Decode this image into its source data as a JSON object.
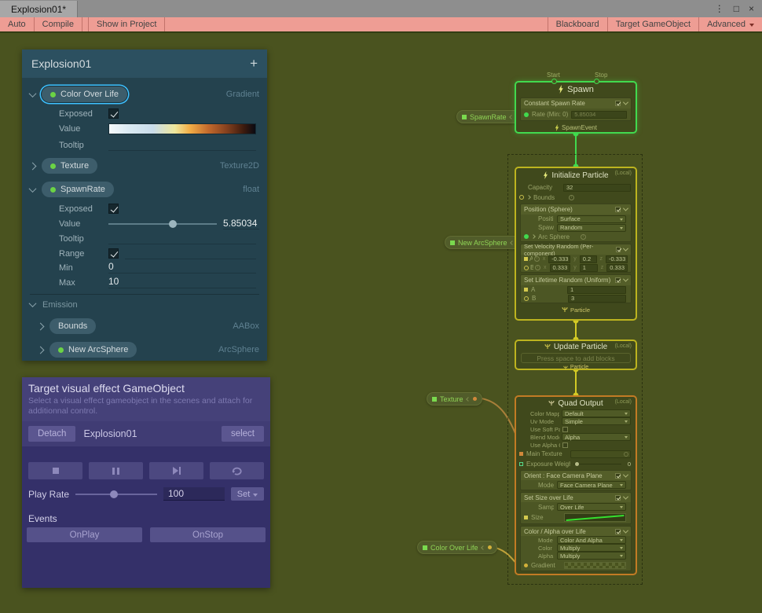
{
  "window": {
    "tab": "Explosion01*",
    "kebab": "⋮",
    "maximize": "□",
    "close": "×"
  },
  "toolbar": {
    "auto": "Auto",
    "compile": "Compile",
    "show_in_project": "Show in Project",
    "blackboard": "Blackboard",
    "target_gameobject": "Target GameObject",
    "advanced": "Advanced"
  },
  "blackboard": {
    "title": "Explosion01",
    "add": "+",
    "gradient_css": "background:linear-gradient(90deg,#f5f9fb 0%,#d9e9f2 14%,#c9dcea 30%,#eee79c 45%,#f2ae47 55%,#c2692c 68%,#87421f 80%,#3d1b0e 92%,#0a0a12 100%)",
    "labels": {
      "exposed": "Exposed",
      "value": "Value",
      "tooltip": "Tooltip",
      "range": "Range",
      "min": "Min",
      "max": "Max",
      "emission": "Emission"
    },
    "rows": {
      "color_over_life": {
        "name": "Color Over Life",
        "type": "Gradient"
      },
      "texture": {
        "name": "Texture",
        "type": "Texture2D"
      },
      "spawn_rate": {
        "name": "SpawnRate",
        "type": "float",
        "value": "5.85034",
        "min": "0",
        "max": "10"
      },
      "bounds": {
        "name": "Bounds",
        "type": "AABox"
      },
      "new_arcsphere": {
        "name": "New ArcSphere",
        "type": "ArcSphere"
      }
    }
  },
  "target_panel": {
    "title": "Target visual effect GameObject",
    "subtitle": "Select a visual effect gameobject in the scenes and attach for additionnal control.",
    "detach": "Detach",
    "object_name": "Explosion01",
    "select": "select",
    "playback_icons": [
      "stop-icon",
      "pause-icon",
      "step-icon",
      "restart-icon"
    ],
    "play_rate_label": "Play Rate",
    "play_rate_value": "100",
    "set_label": "Set",
    "events_label": "Events",
    "on_play": "OnPlay",
    "on_stop": "OnStop"
  },
  "graph": {
    "pills": {
      "spawn_rate": "SpawnRate",
      "new_arcsphere": "New ArcSphere",
      "texture": "Texture",
      "color_over_life": "Color Over Life"
    },
    "spawn": {
      "start_label": "Start",
      "stop_label": "Stop",
      "title": "Spawn",
      "block_title": "Constant Spawn Rate",
      "rate_label": "Rate (Min: 0)",
      "rate_value": "5.85034",
      "out_label": "SpawnEvent"
    },
    "initialize": {
      "title": "Initialize Particle",
      "badge": "(Local)",
      "capacity_label": "Capacity",
      "capacity_value": "32",
      "bounds_label": "Bounds",
      "position": {
        "title": "Position (Sphere)",
        "position_mode_label": "Position Mode",
        "position_mode": "Surface",
        "spawn_mode_label": "Spawn Mode",
        "spawn_mode": "Random",
        "arc_sphere_label": "Arc Sphere"
      },
      "velocity": {
        "title": "Set Velocity Random (Per-component)",
        "a_label": "A",
        "b_label": "B",
        "x": "x",
        "y": "y",
        "z": "z",
        "ax": "-0.333",
        "ay": "0.2",
        "az": "-0.333",
        "bx": "0.333",
        "by": "1",
        "bz": "0.333"
      },
      "lifetime": {
        "title": "Set Lifetime Random (Uniform)",
        "a_label": "A",
        "b_label": "B",
        "a_value": "1",
        "b_value": "3"
      },
      "out_label": "Particle"
    },
    "update": {
      "title": "Update Particle",
      "badge": "(Local)",
      "placeholder": "Press space to add blocks",
      "out_label": "Particle"
    },
    "output": {
      "title": "Quad Output",
      "badge": "(Local)",
      "color_mapping_label": "Color Mapping Mode",
      "color_mapping": "Default",
      "uv_mode_label": "Uv Mode",
      "uv_mode": "Simple",
      "soft_particle_label": "Use Soft Particle",
      "blend_mode_label": "Blend Mode",
      "blend_mode": "Alpha",
      "alpha_clipping_label": "Use Alpha Clipping",
      "main_texture_label": "Main Texture",
      "exposure_label": "Exposure Weight",
      "exposure_value": "0",
      "orient": {
        "title": "Orient : Face Camera Plane",
        "mode_label": "Mode",
        "mode": "Face Camera Plane"
      },
      "size": {
        "title": "Set Size over Life",
        "sample_mode_label": "Sample Mode",
        "sample_mode": "Over Life",
        "size_label": "Size"
      },
      "color": {
        "title": "Color / Alpha over Life",
        "mode_label": "Mode",
        "mode": "Color And Alpha",
        "color_comp_label": "Color Composition",
        "color_comp": "Multiply",
        "alpha_comp_label": "Alpha Composition",
        "alpha_comp": "Multiply",
        "gradient_label": "Gradient"
      }
    }
  },
  "colors": {
    "spawn_context": "#41d94e",
    "particle_context": "#bdb41f",
    "output_context": "#c27b24",
    "selection_outline": "#3fc1ff",
    "exposed_dot": "#6bd345",
    "wire_green": "#41d94e",
    "wire_yellow": "#d3ca25",
    "wire_orange": "#a97f3a",
    "canvas_bg": "#4a531f",
    "blackboard_bg": "#24424e",
    "target_panel_bg": "#343069",
    "toolbar_tint": "#ee9d94"
  }
}
